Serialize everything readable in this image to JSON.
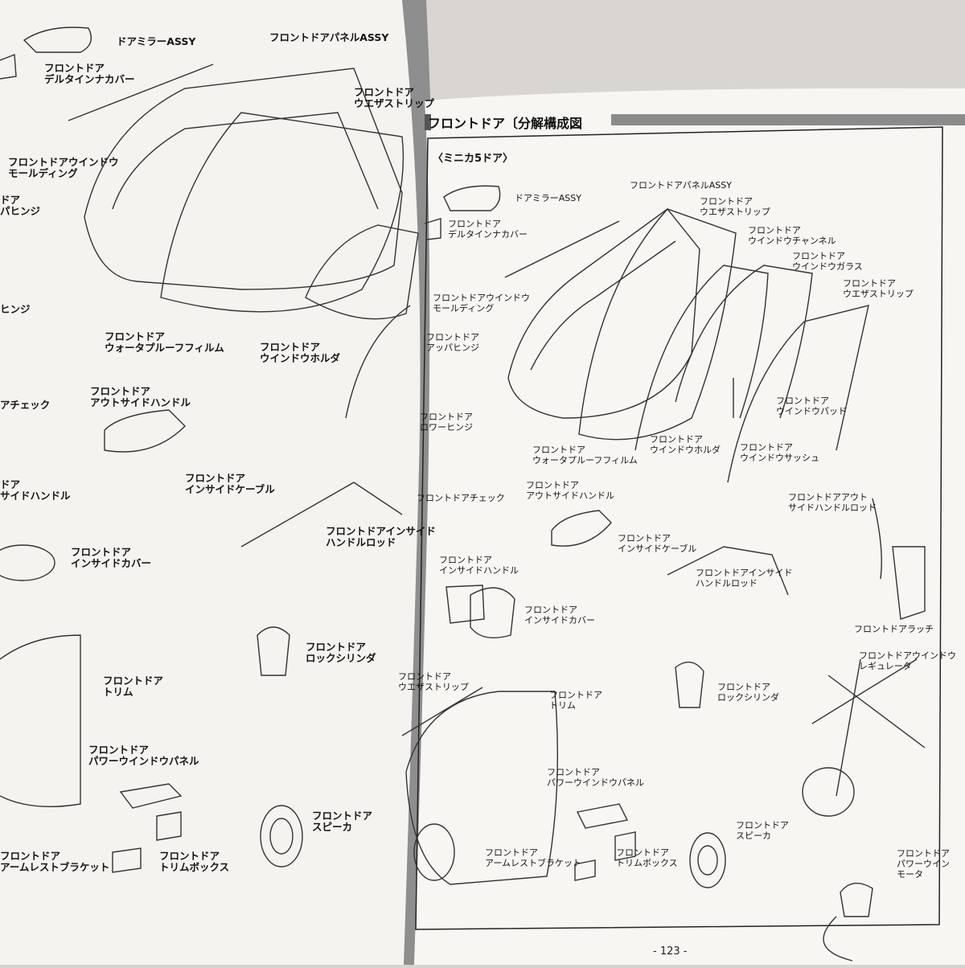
{
  "page": {
    "section_title": "フロントドア〔分解構成図",
    "subsection": "〈ミニカ5ドア〉",
    "page_number": "- 123 -"
  },
  "left_page": {
    "labels": [
      "ドアミラーASSY",
      "フロントドア\nデルタインナカバー",
      "フロントドアパネルASSY",
      "フロントドア\nウエザストリップ",
      "フロントドアウインドウ\nモールディング",
      "ドア\nパヒンジ",
      "ヒンジ",
      "フロントドア\nウォータプルーフフィルム",
      "フロントドア\nウインドウホルダ",
      "アチェック",
      "フロントドア\nアウトサイドハンドル",
      "フロントドア\nインサイドケーブル",
      "フロントドアインサイド\nハンドルロッド",
      "ドア\nサイドハンドル",
      "フロントドア\nインサイドカバー",
      "フロントドア\nロックシリンダ",
      "フロントドア\nトリム",
      "フロントドア\nパワーウインドウパネル",
      "フロントドア\nアームレストブラケット",
      "フロントドア\nトリムボックス",
      "フロントドア\nスピーカ"
    ]
  },
  "right_page": {
    "labels": [
      "ドアミラーASSY",
      "フロントドア\nデルタインナカバー",
      "フロントドアパネルASSY",
      "フロントドア\nウエザストリップ",
      "フロントドア\nウインドウチャンネル",
      "フロントドア\nウインドウガラス",
      "フロントドア\nウエザストリップ",
      "フロントドアウインドウ\nモールディング",
      "フロントドア\nアッパヒンジ",
      "フロントドア\nロワーヒンジ",
      "フロントドア\nウォータプルーフフィルム",
      "フロントドア\nウインドウホルダ",
      "フロントドア\nウインドウサッシュ",
      "フロントドア\nウインドウパッド",
      "フロントドアチェック",
      "フロントドア\nアウトサイドハンドル",
      "フロントドアアウト\nサイドハンドルロッド",
      "フロントドア\nインサイドケーブル",
      "フロントドアインサイド\nハンドルロッド",
      "フロントドア\nインサイドハンドル",
      "フロントドア\nインサイドカバー",
      "フロントドアラッチ",
      "フロントドアウインドウ\nレギュレータ",
      "フロントドア\nロックシリンダ",
      "フロントドア\nウエザストリップ",
      "フロントドア\nトリム",
      "フロントドア\nパワーウインドウパネル",
      "フロントドア\nアームレストブラケット",
      "フロントドア\nトリムボックス",
      "フロントドア\nスピーカ",
      "フロントドア\nパワーウイン\nモータ"
    ]
  }
}
